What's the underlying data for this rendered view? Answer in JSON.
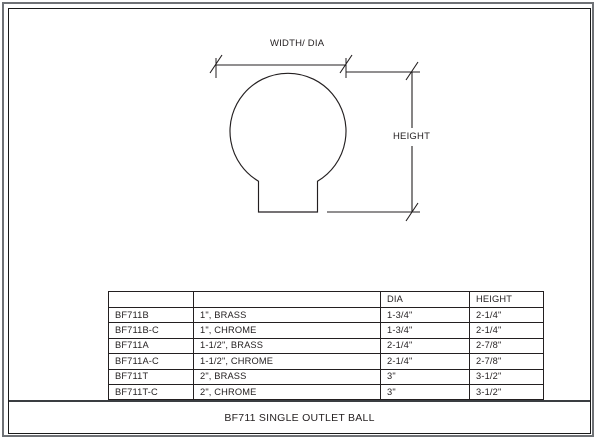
{
  "title_block": {
    "title": "BF711 SINGLE OUTLET BALL"
  },
  "drawing": {
    "dimensions": {
      "width_label": "WIDTH/ DIA",
      "height_label": "HEIGHT"
    },
    "part_shape": "single-outlet-ball"
  },
  "table": {
    "headers": [
      "",
      "",
      "DIA",
      "HEIGHT"
    ],
    "rows": [
      {
        "model": "BF711B",
        "description": "1\", BRASS",
        "dia": "1-3/4\"",
        "height": "2-1/4\""
      },
      {
        "model": "BF711B-C",
        "description": "1\", CHROME",
        "dia": "1-3/4\"",
        "height": "2-1/4\""
      },
      {
        "model": "BF711A",
        "description": "1-1/2\", BRASS",
        "dia": "2-1/4\"",
        "height": "2-7/8\""
      },
      {
        "model": "BF711A-C",
        "description": "1-1/2\", CHROME",
        "dia": "2-1/4\"",
        "height": "2-7/8\""
      },
      {
        "model": "BF711T",
        "description": "2\", BRASS",
        "dia": "3\"",
        "height": "3-1/2\""
      },
      {
        "model": "BF711T-C",
        "description": "2\", CHROME",
        "dia": "3\"",
        "height": "3-1/2\""
      }
    ]
  },
  "colors": {
    "line": "#231f20",
    "frame": "#6f7276",
    "background": "#ffffff"
  }
}
